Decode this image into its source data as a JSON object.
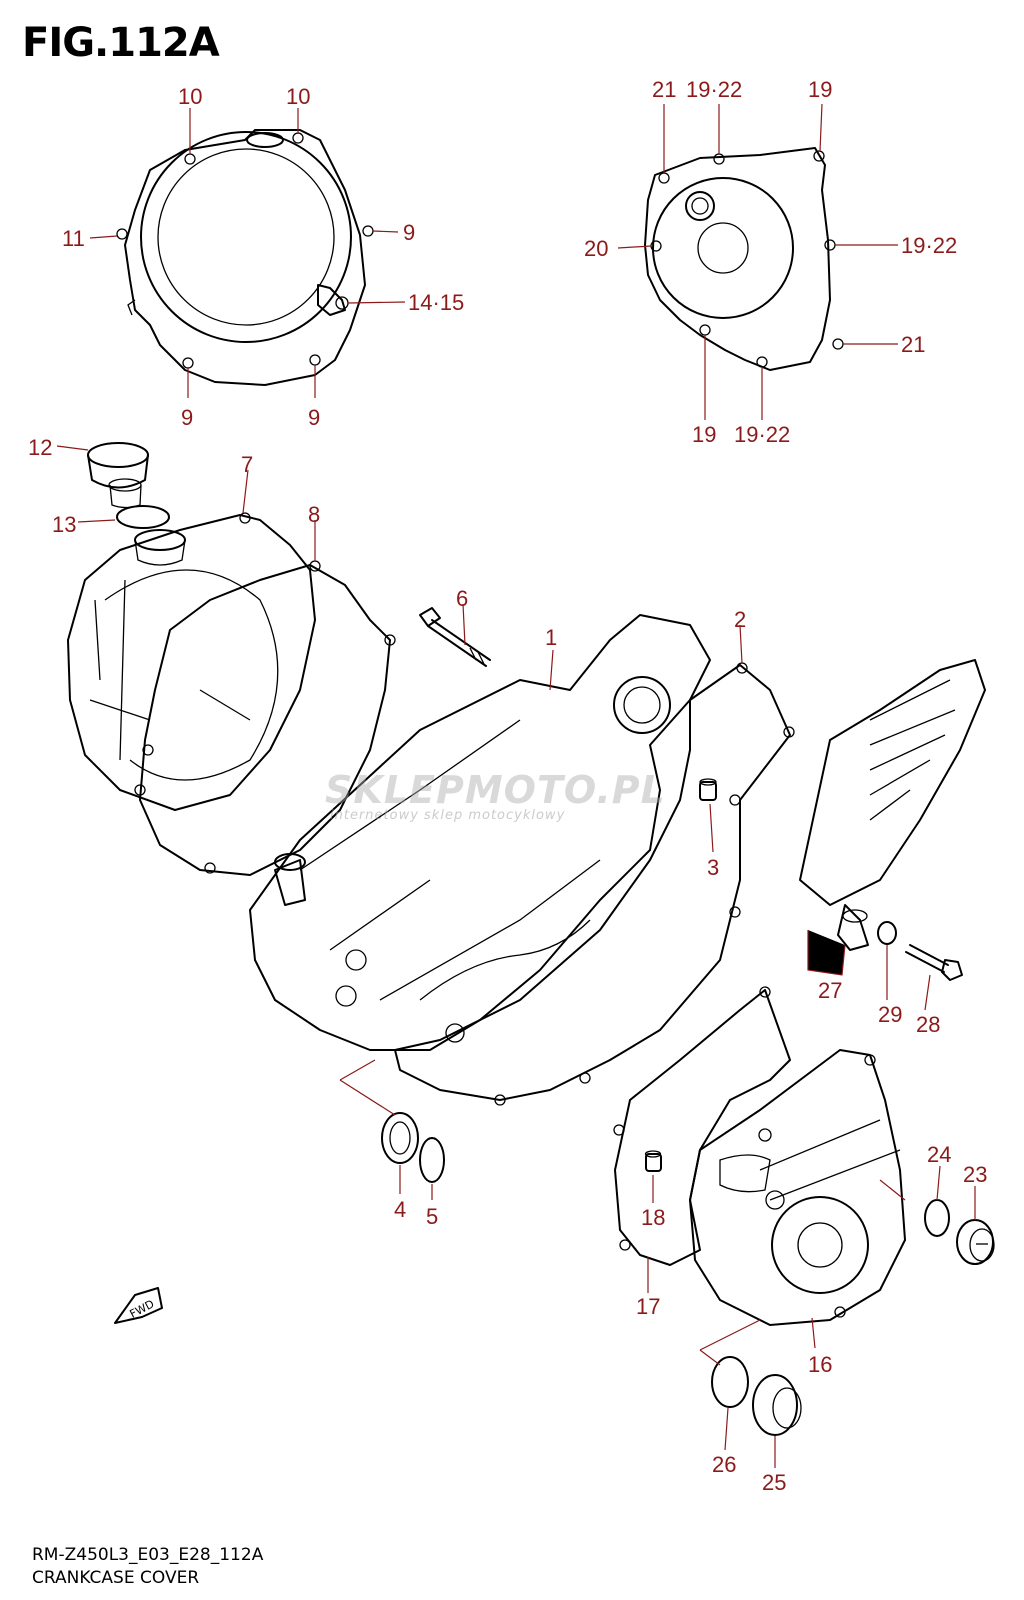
{
  "figure": {
    "title": "FIG.112A",
    "model_code": "RM-Z450L3_E03_E28_112A",
    "caption": "CRANKCASE COVER",
    "watermark": "SKLEPMOTO.PL",
    "watermark_sub": "internetowy sklep motocyklowy",
    "fwd_label": "FWD"
  },
  "colors": {
    "label": "#8b1a1a",
    "line": "#000000"
  },
  "labels": [
    {
      "id": "l10a",
      "text": "10"
    },
    {
      "id": "l10b",
      "text": "10"
    },
    {
      "id": "l11",
      "text": "11"
    },
    {
      "id": "l9a",
      "text": "9"
    },
    {
      "id": "l1415",
      "text": "14·15"
    },
    {
      "id": "l9b",
      "text": "9"
    },
    {
      "id": "l9c",
      "text": "9"
    },
    {
      "id": "l21a",
      "text": "21"
    },
    {
      "id": "l1922a",
      "text": "19·22"
    },
    {
      "id": "l19a",
      "text": "19"
    },
    {
      "id": "l1922b",
      "text": "19·22"
    },
    {
      "id": "l20",
      "text": "20"
    },
    {
      "id": "l21b",
      "text": "21"
    },
    {
      "id": "l19b",
      "text": "19"
    },
    {
      "id": "l1922c",
      "text": "19·22"
    },
    {
      "id": "l12",
      "text": "12"
    },
    {
      "id": "l7",
      "text": "7"
    },
    {
      "id": "l13",
      "text": "13"
    },
    {
      "id": "l8",
      "text": "8"
    },
    {
      "id": "l6",
      "text": "6"
    },
    {
      "id": "l1",
      "text": "1"
    },
    {
      "id": "l2",
      "text": "2"
    },
    {
      "id": "l3",
      "text": "3"
    },
    {
      "id": "l27",
      "text": "27"
    },
    {
      "id": "l29",
      "text": "29"
    },
    {
      "id": "l28",
      "text": "28"
    },
    {
      "id": "l4",
      "text": "4"
    },
    {
      "id": "l5",
      "text": "5"
    },
    {
      "id": "l24",
      "text": "24"
    },
    {
      "id": "l23",
      "text": "23"
    },
    {
      "id": "l18",
      "text": "18"
    },
    {
      "id": "l17",
      "text": "17"
    },
    {
      "id": "l16",
      "text": "16"
    },
    {
      "id": "l26",
      "text": "26"
    },
    {
      "id": "l25",
      "text": "25"
    }
  ]
}
